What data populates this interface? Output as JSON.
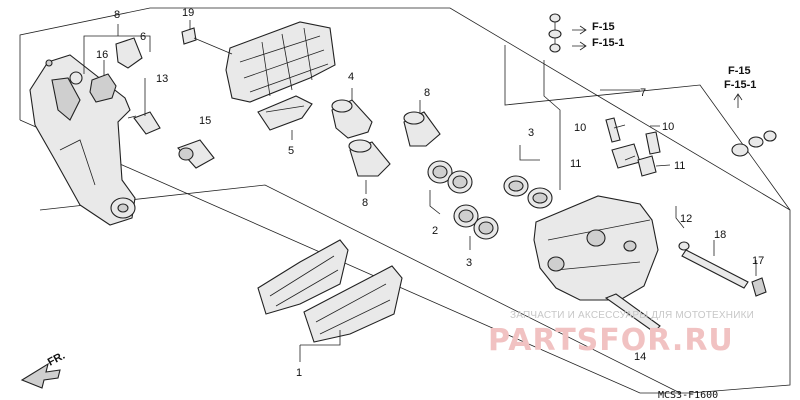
{
  "diagram": {
    "code": "MCS3-F1600",
    "fr_label": "FR.",
    "references": [
      "F-15",
      "F-15-1"
    ],
    "watermark": {
      "small": "ЗАПЧАСТИ И АКСЕССУАРЫ ДЛЯ МОТОТЕХНИКИ",
      "brand": "PARTSFOR.RU"
    },
    "callouts": {
      "p1": "1",
      "p2": "2",
      "p3a": "3",
      "p3b": "3",
      "p4": "4",
      "p5": "5",
      "p6": "6",
      "p7": "7",
      "p8a": "8",
      "p8b": "8",
      "p8c": "8",
      "p10a": "10",
      "p10b": "10",
      "p11a": "11",
      "p11b": "11",
      "p12": "12",
      "p13": "13",
      "p14": "14",
      "p15": "15",
      "p16": "16",
      "p17": "17",
      "p18": "18",
      "p19": "19"
    }
  }
}
